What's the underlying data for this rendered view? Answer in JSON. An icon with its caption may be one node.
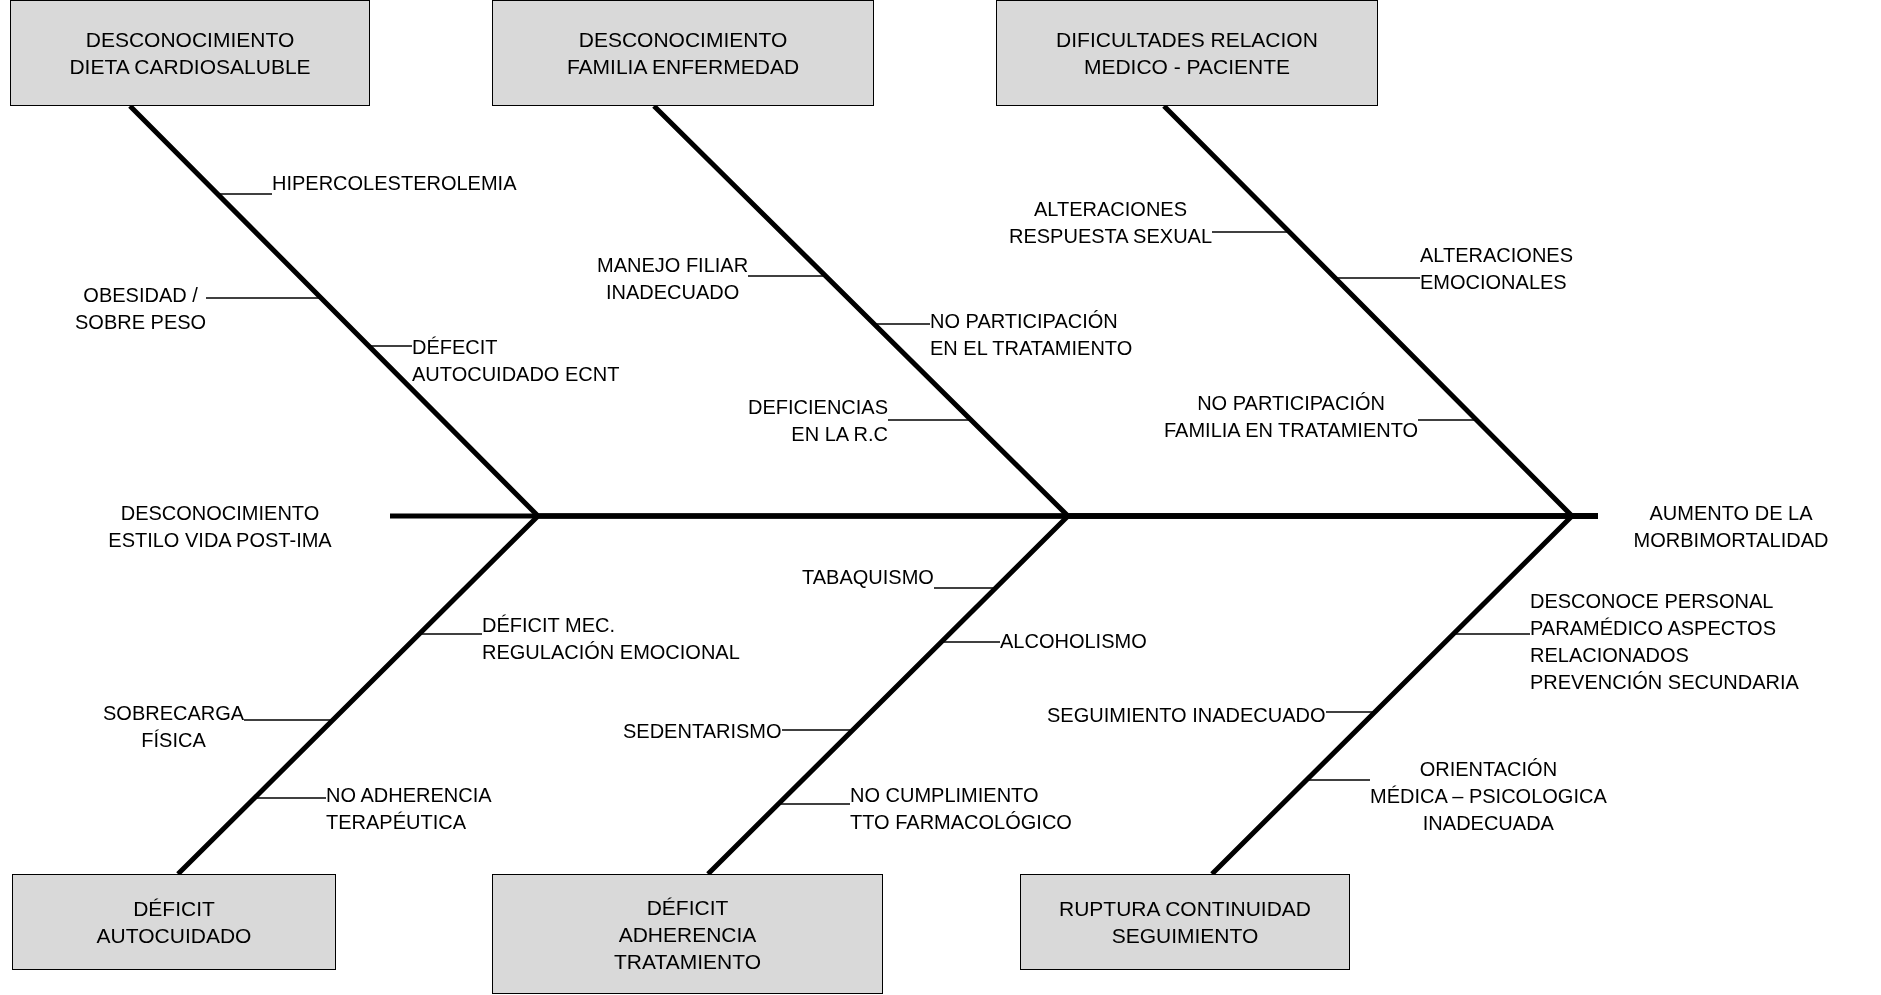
{
  "diagram": {
    "nodes": [
      {
        "text": [
          "DESCONOCIMIENTO DIETA CARDIOSALUBLE"
        ]
      },
      {
        "text": [
          "DESCONOCIMIENTO FAMILIA ENFERMEDAD"
        ]
      },
      {
        "text": [
          "DIFICULTADES RELACION MEDICO - PACIENTE"
        ]
      },
      {
        "text": [
          "DESCONOCIMIENTO ESTILO VIDA POST-IMA"
        ]
      },
      {
        "text": [
          "AUMENTO DE LA MORBIMORTALIDAD"
        ]
      },
      {
        "text": [
          "DÉFICIT AUTOCUIDADO"
        ]
      },
      {
        "text": [
          "DÉFICIT ADHERENCIA TRATAMIENTO"
        ]
      },
      {
        "text": [
          "RUPTURA CONTINUIDAD SEGUIMIENTO"
        ]
      },
      {
        "text": [
          "HIPERCOLESTEROLEMIA"
        ]
      },
      {
        "text": [
          "OBESIDAD / SOBRE PESO"
        ]
      },
      {
        "text": [
          "DÉFECIT AUTOCUIDADO ECNT"
        ]
      },
      {
        "text": [
          "MANEJO FILIAR INADECUADO"
        ]
      },
      {
        "text": [
          "NO PARTICIPACIÓN EN EL TRATAMIENTO"
        ]
      },
      {
        "text": [
          "DEFICIENCIAS EN LA R.C"
        ]
      },
      {
        "text": [
          "ALTERACIONES RESPUESTA SEXUAL"
        ]
      },
      {
        "text": [
          "ALTERACIONES EMOCIONALES"
        ]
      },
      {
        "text": [
          "NO PARTICIPACIÓN FAMILIA EN TRATAMIENTO"
        ]
      },
      {
        "text": [
          "DÉFICIT MEC. REGULACIÓN EMOCIONAL"
        ]
      },
      {
        "text": [
          "SOBRECARGA FÍSICA"
        ]
      },
      {
        "text": [
          "NO ADHERENCIA TERAPÉUTICA"
        ]
      },
      {
        "text": [
          "TABAQUISMO"
        ]
      },
      {
        "text": [
          "ALCOHOLISMO"
        ]
      },
      {
        "text": [
          "SEDENTARISMO"
        ]
      },
      {
        "text": [
          "NO CUMPLIMIENTO TTO FARMACOLÓGICO"
        ]
      },
      {
        "text": [
          "DESCONOCE PERSONAL PARAMÉDICO ASPECTOS RELACIONADOS PREVENCIÓN SECUNDARIA"
        ]
      },
      {
        "text": [
          "SEGUIMIENTO INADECUADO"
        ]
      },
      {
        "text": [
          "ORIENTACIÓN MÉDICA – PSICOLOGICA INADECUADA"
        ]
      }
    ],
    "edges": [
      {
        "from": 0,
        "to": 4,
        "arrow": "none",
        "style": "thick"
      },
      {
        "from": 1,
        "to": 4,
        "arrow": "none",
        "style": "thick"
      },
      {
        "from": 2,
        "to": 4,
        "arrow": "none",
        "style": "thick"
      },
      {
        "from": 3,
        "to": 4,
        "arrow": "none",
        "style": "thick"
      },
      {
        "from": 5,
        "to": 4,
        "arrow": "none",
        "style": "thick"
      },
      {
        "from": 6,
        "to": 4,
        "arrow": "none",
        "style": "thick"
      },
      {
        "from": 7,
        "to": 4,
        "arrow": "none",
        "style": "thick"
      },
      {
        "from": 8,
        "to": null,
        "arrow": "none"
      },
      {
        "from": 9,
        "to": null,
        "arrow": "none"
      },
      {
        "from": 10,
        "to": null,
        "arrow": "none"
      },
      {
        "from": 11,
        "to": null,
        "arrow": "none"
      },
      {
        "from": 12,
        "to": null,
        "arrow": "none"
      },
      {
        "from": 13,
        "to": null,
        "arrow": "none"
      },
      {
        "from": 14,
        "to": null,
        "arrow": "none"
      },
      {
        "from": 15,
        "to": null,
        "arrow": "none"
      },
      {
        "from": 16,
        "to": null,
        "arrow": "none"
      },
      {
        "from": 17,
        "to": null,
        "arrow": "none"
      },
      {
        "from": 18,
        "to": null,
        "arrow": "none"
      },
      {
        "from": 19,
        "to": null,
        "arrow": "none"
      },
      {
        "from": 20,
        "to": null,
        "arrow": "none"
      },
      {
        "from": 21,
        "to": null,
        "arrow": "none"
      },
      {
        "from": 22,
        "to": null,
        "arrow": "none"
      },
      {
        "from": 23,
        "to": null,
        "arrow": "none"
      },
      {
        "from": 24,
        "to": null,
        "arrow": "none"
      },
      {
        "from": 25,
        "to": null,
        "arrow": "none"
      },
      {
        "from": 26,
        "to": null,
        "arrow": "none"
      }
    ]
  }
}
